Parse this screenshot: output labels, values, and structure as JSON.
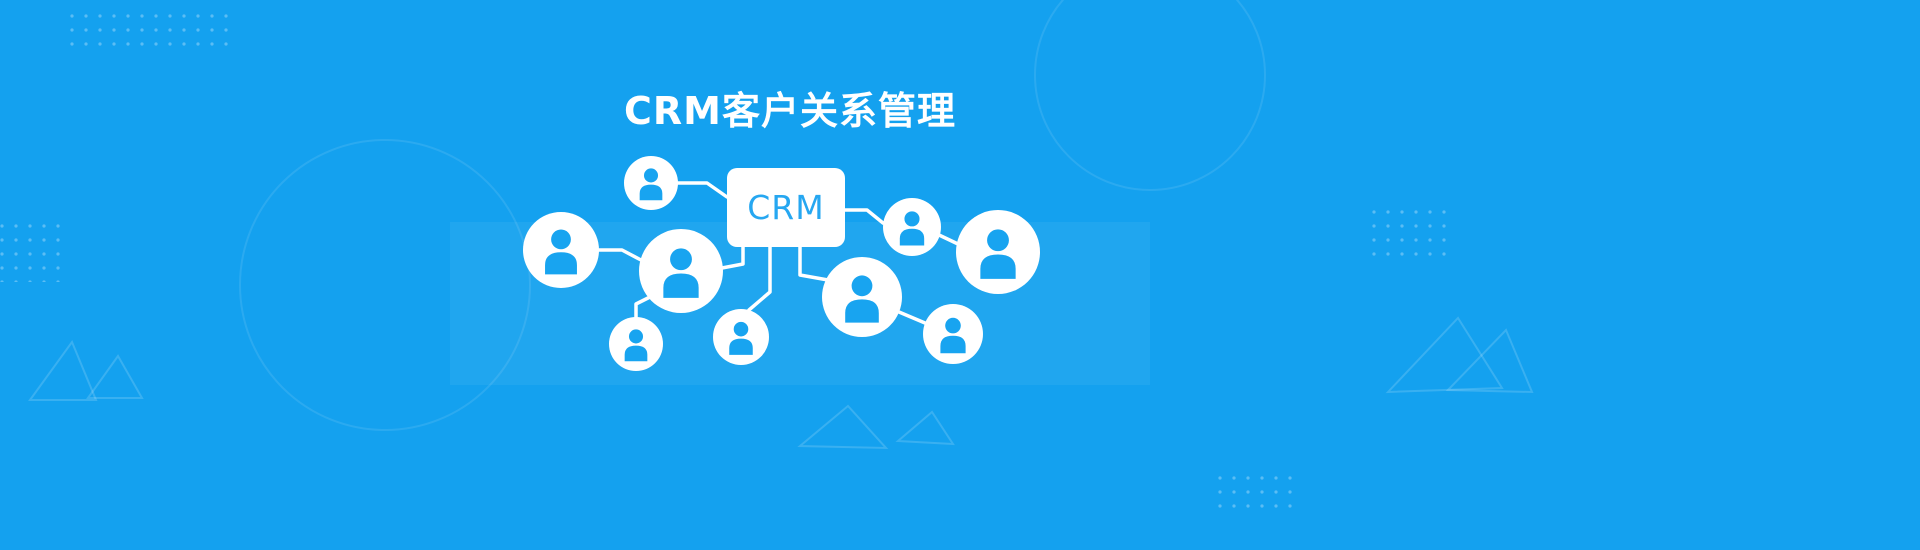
{
  "banner": {
    "title": "CRM客户关系管理",
    "crm_label": "CRM",
    "user_node_count": 9
  },
  "icons": {
    "node_icon": "user-icon"
  },
  "colors": {
    "background": "#14a1ef",
    "panel": "rgba(255,255,255,0.055)",
    "card": "#ffffff",
    "crm_text": "#26a7f1",
    "person": "#18a4f0",
    "line": "#ffffff",
    "decor": "rgba(255,255,255,0.16)"
  }
}
